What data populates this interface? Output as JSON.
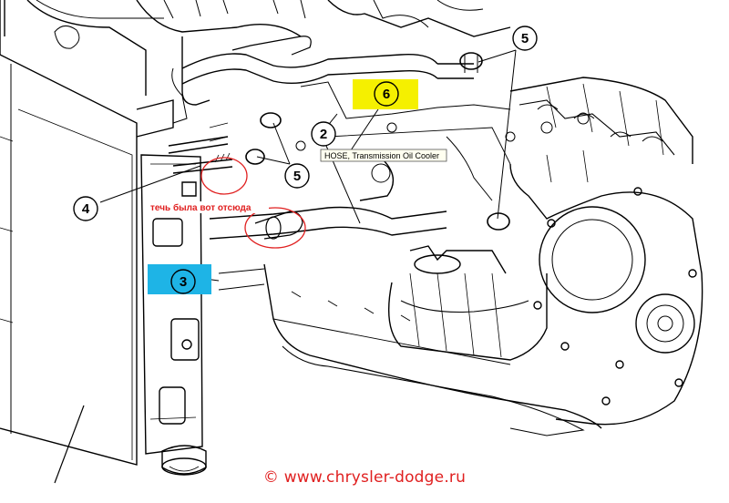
{
  "callouts": {
    "c2": "2",
    "c3": "3",
    "c4": "4",
    "c5a": "5",
    "c5b": "5",
    "c6": "6"
  },
  "hose_label": "HOSE, Transmission Oil Cooler",
  "leak_note": "течь была вот отсюда",
  "copyright": "© www.chrysler-dodge.ru",
  "colors": {
    "highlight_6": "#f5f000",
    "highlight_3": "#1eb4e6",
    "annotation_red": "#e02020",
    "line_art": "#000000"
  }
}
